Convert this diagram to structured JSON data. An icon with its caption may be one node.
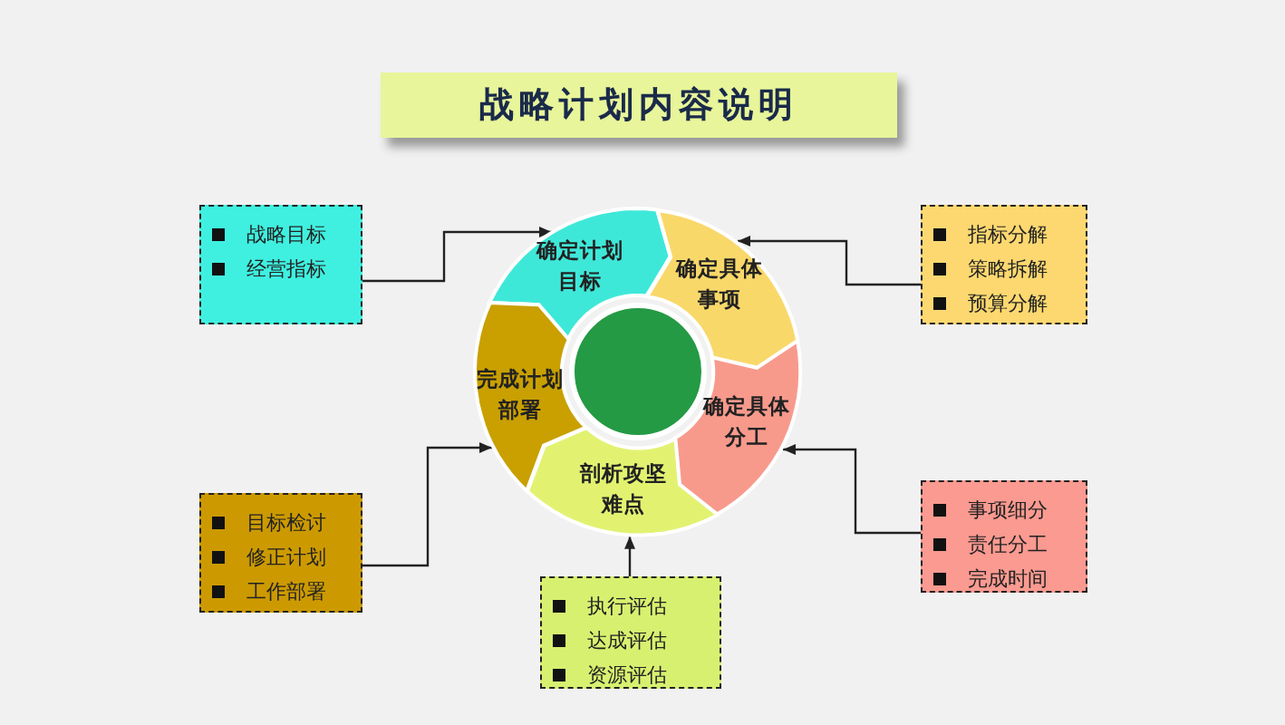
{
  "diagram": {
    "title": "战略计划内容说明",
    "nodes": [
      {
        "text": [
          "确定计划目标"
        ]
      },
      {
        "text": [
          "确定具体事项"
        ]
      },
      {
        "text": [
          "确定具体分工"
        ]
      },
      {
        "text": [
          "剖析攻坚难点"
        ]
      },
      {
        "text": [
          "完成计划部署"
        ]
      },
      {
        "text": [],
        "shape": "circle"
      },
      {
        "text": [
          "战略目标",
          "经营指标"
        ]
      },
      {
        "text": [
          "指标分解",
          "策略拆解",
          "预算分解"
        ]
      },
      {
        "text": [
          "事项细分",
          "责任分工",
          "完成时间"
        ]
      },
      {
        "text": [
          "执行评估",
          "达成评估",
          "资源评估"
        ]
      },
      {
        "text": [
          "目标检讨",
          "修正计划",
          "工作部署"
        ]
      }
    ],
    "edges": [
      {
        "from": 6,
        "to": 0,
        "arrow": "to"
      },
      {
        "from": 7,
        "to": 1,
        "arrow": "to"
      },
      {
        "from": 8,
        "to": 2,
        "arrow": "to"
      },
      {
        "from": 9,
        "to": 3,
        "arrow": "to"
      },
      {
        "from": 10,
        "to": 4,
        "arrow": "to"
      }
    ]
  }
}
